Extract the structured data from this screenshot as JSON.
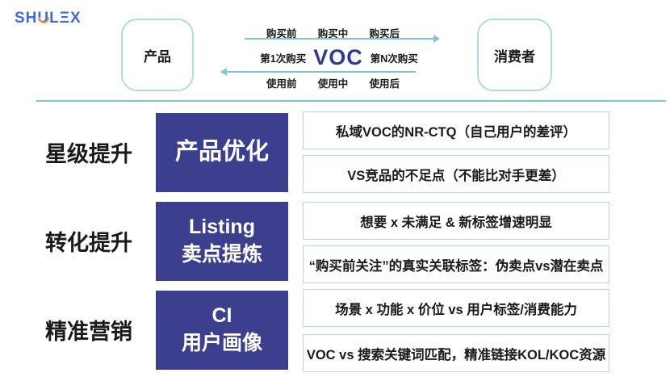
{
  "logo": {
    "part1": "SH",
    "part2": "U",
    "part3": "LΞX"
  },
  "flow": {
    "product_label": "产品",
    "consumer_label": "消费者",
    "voc_label": "VOC",
    "top_stages": [
      "购买前",
      "购买中",
      "购买后"
    ],
    "mid_left": "第1次购买",
    "mid_right": "第N次购买",
    "bottom_stages": [
      "使用前",
      "使用中",
      "使用后"
    ]
  },
  "rows": [
    {
      "label": "星级提升",
      "title_line1": "产品优化",
      "title_line2": "",
      "items": [
        "私域VOC的NR-CTQ（自己用户的差评）",
        "VS竞品的不足点（不能比对手更差）"
      ]
    },
    {
      "label": "转化提升",
      "title_line1": "Listing",
      "title_line2": "卖点提炼",
      "items": [
        "想要 x 未满足 & 新标签增速明显",
        "“购买前关注”的真实关联标签：伪卖点vs潜在卖点"
      ]
    },
    {
      "label": "精准营销",
      "title_line1": "CI",
      "title_line2": "用户画像",
      "items": [
        "场景 x 功能 x 价位 vs 用户标签/消费能力",
        "VOC vs 搜索关键词匹配，精准链接KOL/KOC资源"
      ]
    }
  ],
  "colors": {
    "category_box_navy": "#3b3f8e",
    "voc_navy": "#2b3a8f",
    "box_border_teal": "#aedbe0",
    "arrow_teal": "#7fc6d2",
    "logo_blue": "#3e6ce0",
    "logo_orange": "#f0a43c"
  }
}
